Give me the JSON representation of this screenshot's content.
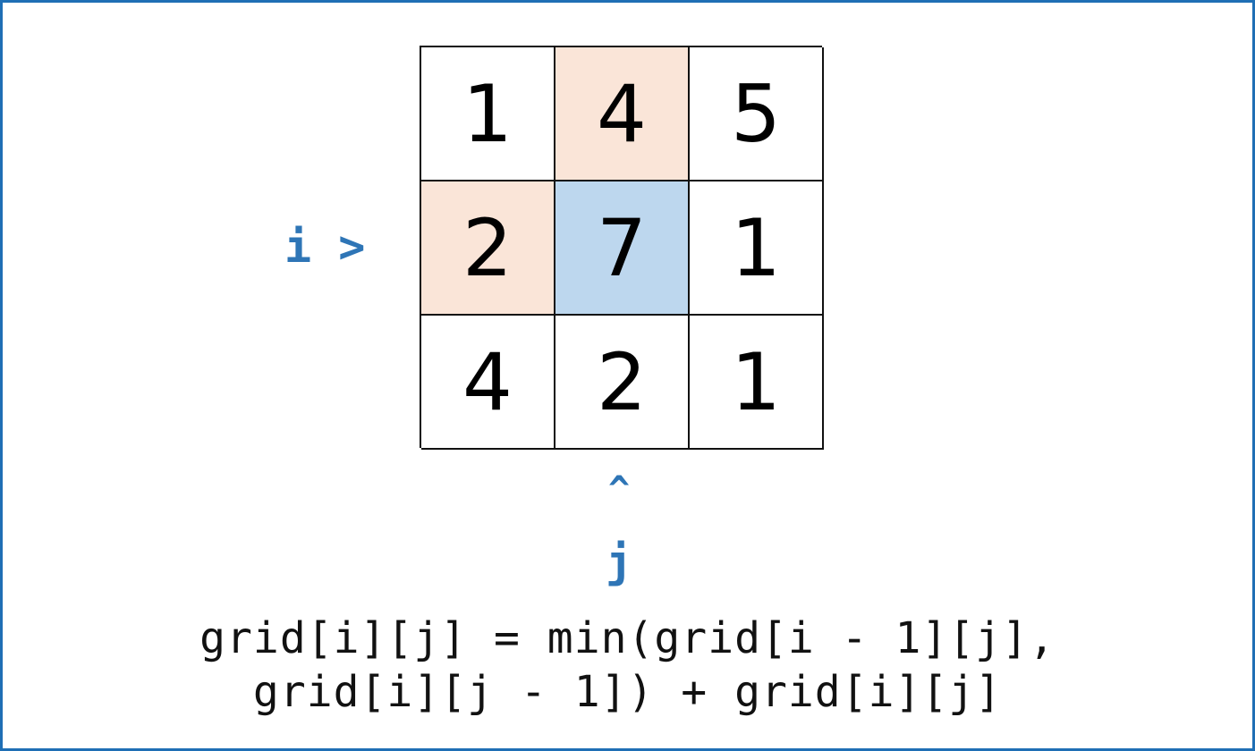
{
  "grid": {
    "rows": [
      [
        {
          "value": "1",
          "state": "normal"
        },
        {
          "value": "4",
          "state": "neighbor"
        },
        {
          "value": "5",
          "state": "normal"
        }
      ],
      [
        {
          "value": "2",
          "state": "neighbor"
        },
        {
          "value": "7",
          "state": "current"
        },
        {
          "value": "1",
          "state": "normal"
        }
      ],
      [
        {
          "value": "4",
          "state": "normal"
        },
        {
          "value": "2",
          "state": "normal"
        },
        {
          "value": "1",
          "state": "normal"
        }
      ]
    ]
  },
  "pointers": {
    "row_label": "i >",
    "column_caret": "^",
    "column_label": "j"
  },
  "formula": {
    "line1": "grid[i][j] = min(grid[i - 1][j],",
    "line2": "grid[i][j - 1]) + grid[i][j]"
  },
  "colors": {
    "accent": "#2e75b6",
    "frame": "#1f6fb5",
    "neighbor_fill": "#fae5d8",
    "current_fill": "#bdd7ee"
  }
}
